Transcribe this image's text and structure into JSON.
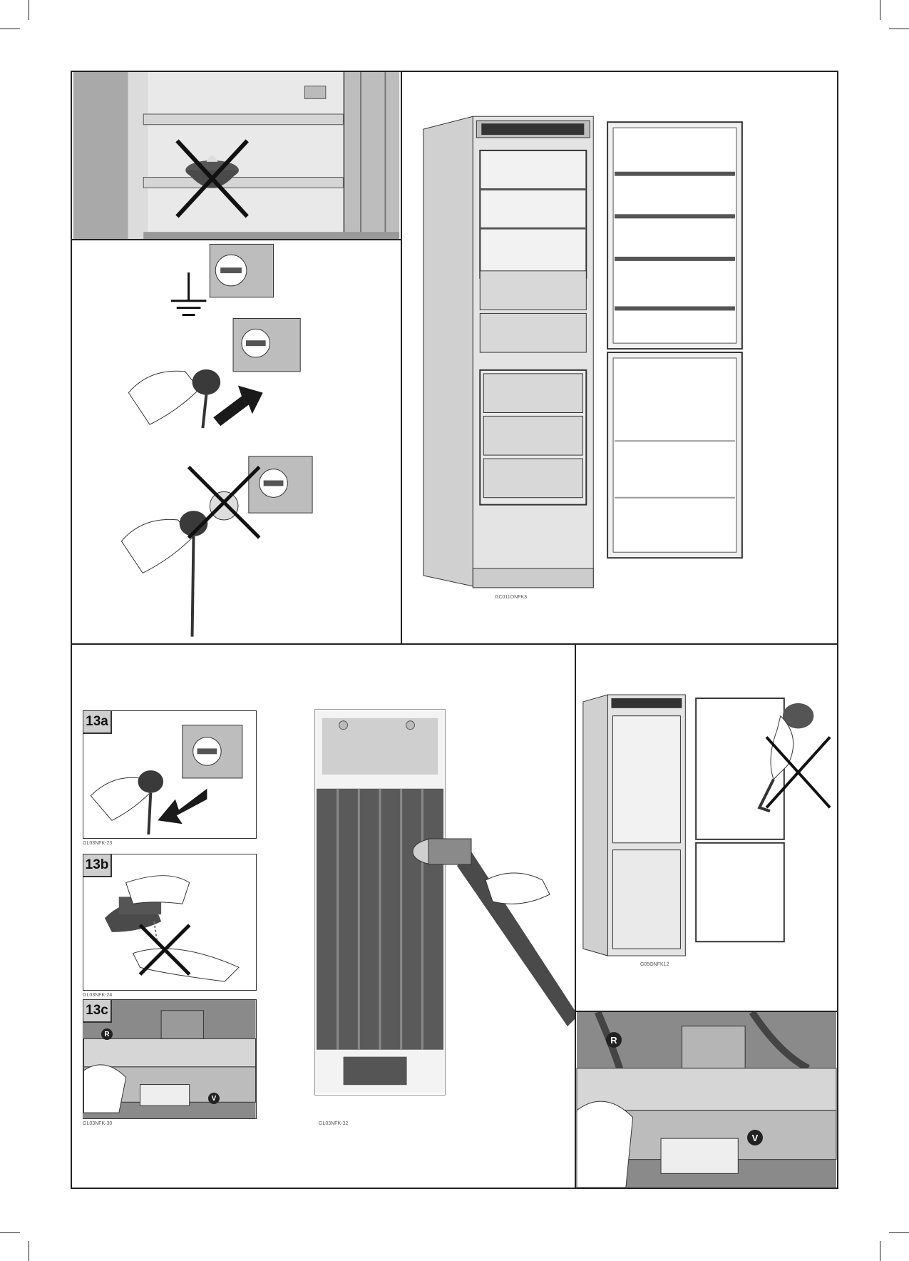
{
  "figures": {
    "fig1": {
      "alt": "Do not place open liquid containers in the fridge"
    },
    "fig2": {
      "alt": "Plug into an earthed socket; do not use adapters"
    },
    "fig3": {
      "alt": "Refrigerator with both doors open",
      "code": "GC011ONFK3"
    },
    "fig4": {
      "alt": "Cleaning and maintenance"
    },
    "fig5": {
      "alt": "Do not climb on the doors or shelves",
      "code": "G05ONFK12"
    },
    "fig6": {
      "alt": "Drip tray under the appliance"
    }
  },
  "steps": {
    "a": {
      "label": "13a",
      "code": "GL03NFK-23"
    },
    "b": {
      "label": "13b",
      "code": "GL03NFK-24"
    },
    "c": {
      "label": "13c",
      "code": "GL03NFK-30"
    }
  },
  "condenser": {
    "code": "GL03NFK-32"
  },
  "markers": {
    "r": "R",
    "v": "V"
  },
  "colors": {
    "border": "#222222",
    "gray": "#b0b0b0",
    "dark": "#4a4a4a"
  }
}
